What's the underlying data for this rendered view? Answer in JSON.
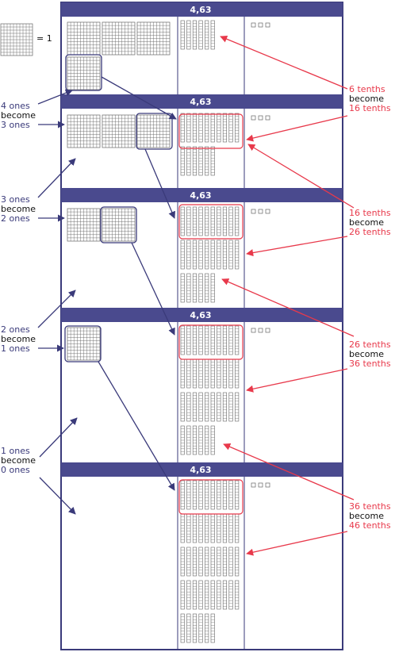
{
  "colors": {
    "band": "#4a4a8e",
    "frame": "#3a3a7a",
    "navy_text": "#3a3a7a",
    "red_text": "#e8394b",
    "black_text": "#111111",
    "block_stroke": "#666666",
    "highlight_red": "#e8394b"
  },
  "legend": {
    "equals_label": "= 1"
  },
  "panels": [
    {
      "header": "4,63",
      "ones": 4,
      "tenths": 6,
      "hundredths": 3
    },
    {
      "header": "4,63",
      "ones": 3,
      "tenths": 16,
      "hundredths": 3
    },
    {
      "header": "4,63",
      "ones": 2,
      "tenths": 26,
      "hundredths": 3
    },
    {
      "header": "4,63",
      "ones": 1,
      "tenths": 36,
      "hundredths": 3
    },
    {
      "header": "4,63",
      "ones": 0,
      "tenths": 46,
      "hundredths": 3
    }
  ],
  "left_labels": [
    {
      "top": "4 ones",
      "mid": "become",
      "bot": "3 ones"
    },
    {
      "top": "3 ones",
      "mid": "become",
      "bot": "2 ones"
    },
    {
      "top": "2 ones",
      "mid": "become",
      "bot": "1 ones"
    },
    {
      "top": "1 ones",
      "mid": "become",
      "bot": "0 ones"
    }
  ],
  "right_labels": [
    {
      "top": "6 tenths",
      "mid": "become",
      "bot": "16 tenths"
    },
    {
      "top": "16 tenths",
      "mid": "become",
      "bot": "26 tenths"
    },
    {
      "top": "26 tenths",
      "mid": "become",
      "bot": "36 tenths"
    },
    {
      "top": "36 tenths",
      "mid": "become",
      "bot": "46 tenths"
    }
  ]
}
